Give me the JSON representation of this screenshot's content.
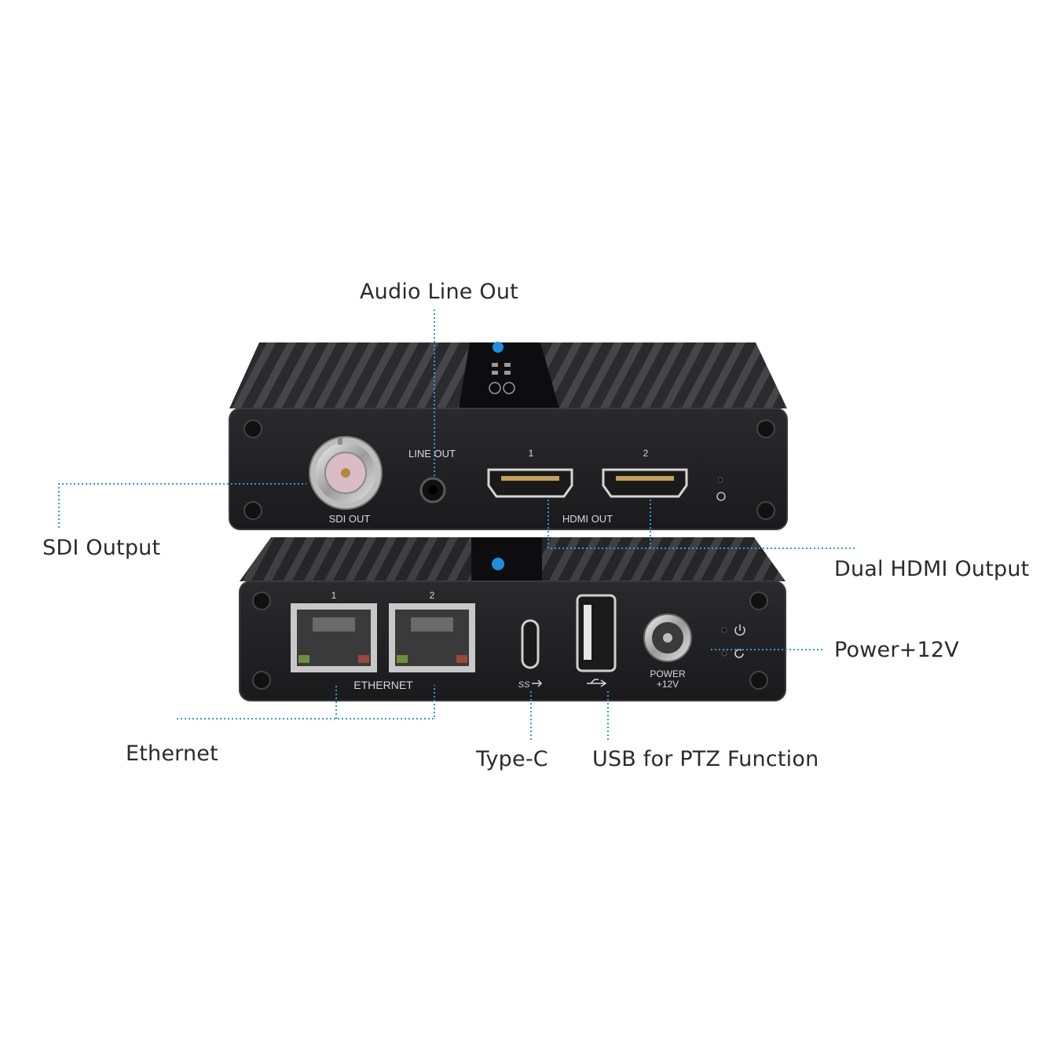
{
  "callouts": {
    "audio_line_out": "Audio Line Out",
    "sdi_output": "SDI Output",
    "dual_hdmi_output": "Dual HDMI Output",
    "power_12v": "Power+12V",
    "ethernet": "Ethernet",
    "type_c": "Type-C",
    "usb_ptz": "USB for PTZ Function"
  },
  "top_panel": {
    "line_out_label": "LINE OUT",
    "sdi_out_label": "SDI OUT",
    "hdmi_out_label": "HDMI OUT",
    "hdmi_port_1": "1",
    "hdmi_port_2": "2"
  },
  "bottom_panel": {
    "ethernet_label": "ETHERNET",
    "eth_port_1": "1",
    "eth_port_2": "2",
    "ss_label": "SS",
    "power_label": "POWER",
    "power_voltage": "+12V"
  },
  "colors": {
    "leader_line": "#2a9fd6",
    "enclosure": "#2a2a2d",
    "panel": "#1e1e20",
    "label_text": "#2b2b2b"
  }
}
